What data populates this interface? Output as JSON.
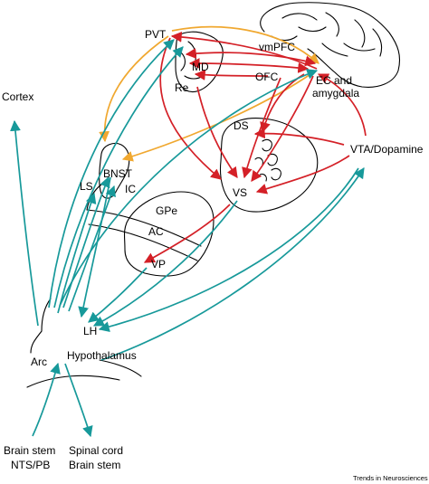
{
  "diagram": {
    "labels": {
      "pvt": "PVT",
      "md": "MD",
      "re": "Re",
      "vmpfc": "vmPFC",
      "ofc": "OFC",
      "ec_line1": "EC and",
      "ec_line2": "amygdala",
      "cortex": "Cortex",
      "ds": "DS",
      "vta": "VTA/Dopamine",
      "bnst": "BNST",
      "ls": "LS",
      "ic": "IC",
      "vs": "VS",
      "gpe": "GPe",
      "ac": "AC",
      "vp": "VP",
      "lh": "LH",
      "arc": "Arc",
      "hypothalamus": "Hypothalamus",
      "brainstem_line1": "Brain stem",
      "brainstem_line2": "NTS/PB",
      "spinal_line1": "Spinal cord",
      "spinal_line2": "Brain stem"
    },
    "credit": "Trends in Neurosciences",
    "colors": {
      "teal": "#17999a",
      "red": "#d42027",
      "orange": "#f0a830",
      "outline": "#000000"
    }
  }
}
